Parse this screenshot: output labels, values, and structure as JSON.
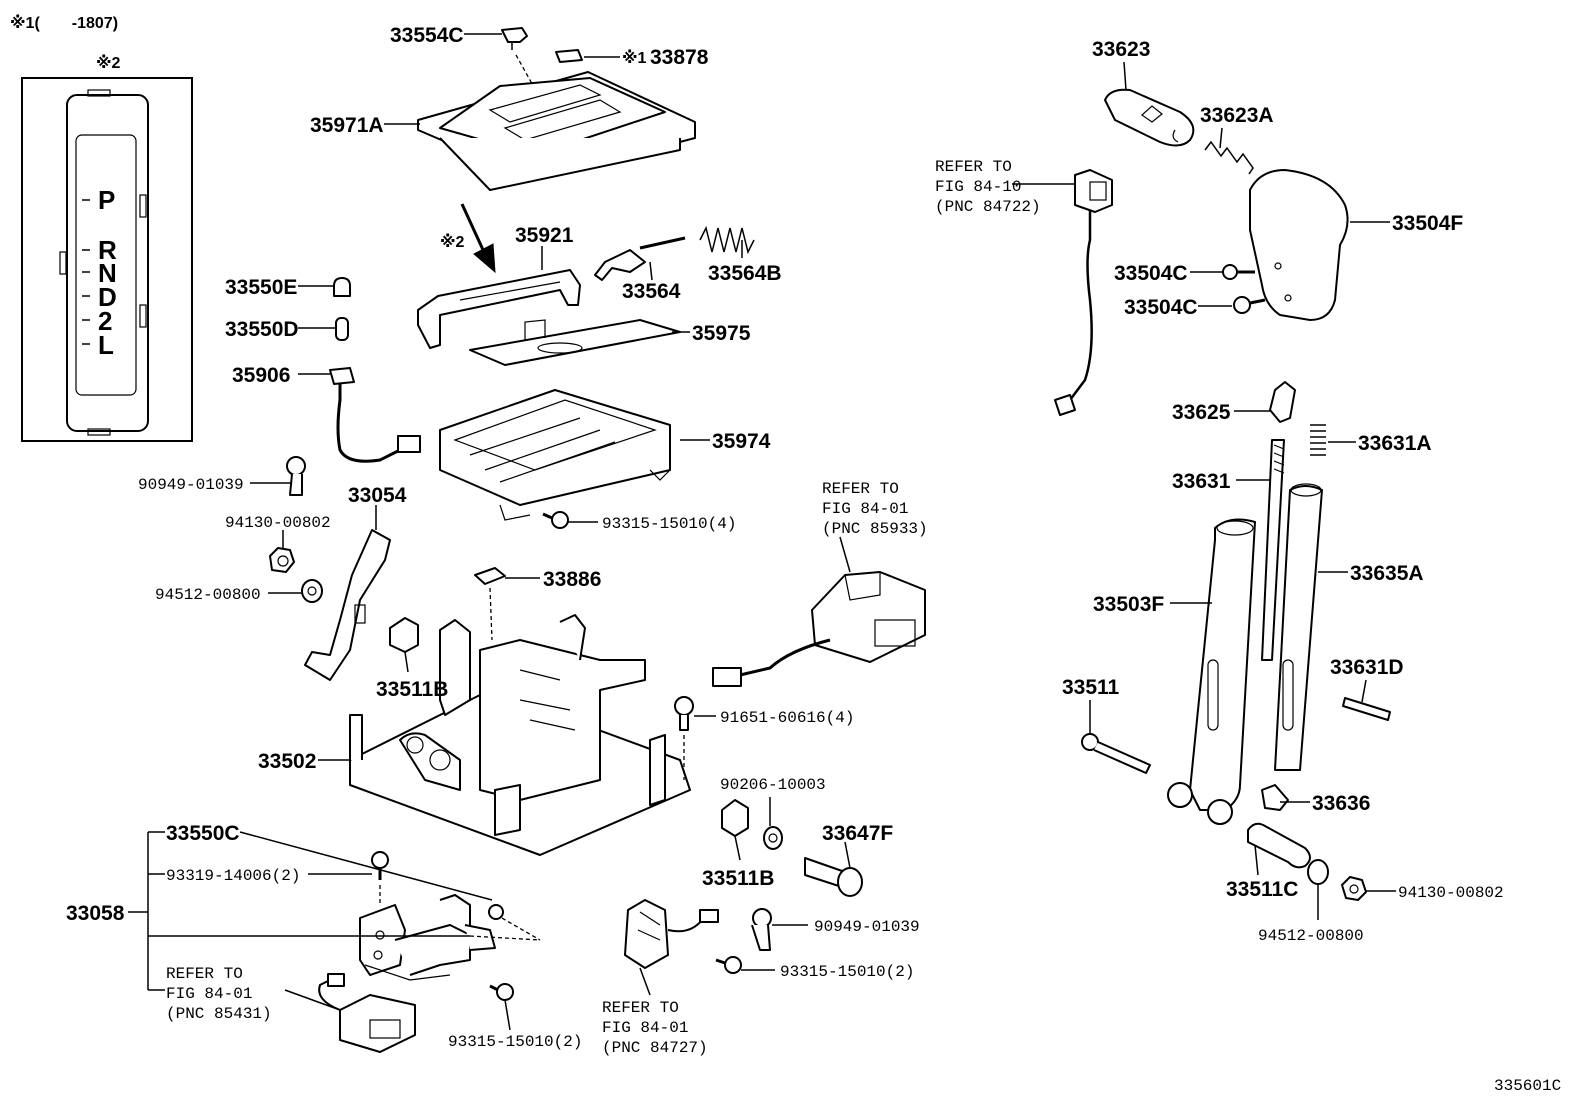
{
  "header_note": "※1(　　-1807)",
  "inset": {
    "label": "※2",
    "gate_positions": [
      "P",
      "R",
      "N",
      "D",
      "2",
      "L"
    ]
  },
  "arrow_note": "※2",
  "note_mark": "※1",
  "part_labels": {
    "33554C": "33554C",
    "33878": "33878",
    "35971A": "35971A",
    "35921": "35921",
    "33564": "33564",
    "33564B": "33564B",
    "33550E": "33550E",
    "33550D": "33550D",
    "35975": "35975",
    "35906": "35906",
    "35974": "35974",
    "90949-01039_a": "90949-01039",
    "33054": "33054",
    "94130-00802_a": "94130-00802",
    "93315-15010_4": "93315-15010(4)",
    "94512-00800_a": "94512-00800",
    "33886": "33886",
    "33511B_a": "33511B",
    "91651-60616_4": "91651-60616(4)",
    "33502": "33502",
    "90206-10003": "90206-10003",
    "33550C": "33550C",
    "33647F": "33647F",
    "93319-14006_2": "93319-14006(2)",
    "33511B_b": "33511B",
    "33058": "33058",
    "90949-01039_b": "90949-01039",
    "93315-15010_2a": "93315-15010(2)",
    "93315-15010_2b": "93315-15010(2)",
    "33623": "33623",
    "33623A": "33623A",
    "33504F": "33504F",
    "33504C_a": "33504C",
    "33504C_b": "33504C",
    "33625": "33625",
    "33631A": "33631A",
    "33631": "33631",
    "33635A": "33635A",
    "33503F": "33503F",
    "33631D": "33631D",
    "33511": "33511",
    "33636": "33636",
    "33511C": "33511C",
    "94130-00802_b": "94130-00802",
    "94512-00800_b": "94512-00800"
  },
  "refer_notes": {
    "fig84_10_pnc84722": [
      "REFER TO",
      "FIG 84-10",
      "(PNC 84722)"
    ],
    "fig84_01_pnc85933": [
      "REFER TO",
      "FIG 84-01",
      "(PNC 85933)"
    ],
    "fig84_01_pnc85431": [
      "REFER TO",
      "FIG 84-01",
      "(PNC 85431)"
    ],
    "fig84_01_pnc84727": [
      "REFER TO",
      "FIG 84-01",
      "(PNC 84727)"
    ]
  },
  "diagram_id": "335601C"
}
